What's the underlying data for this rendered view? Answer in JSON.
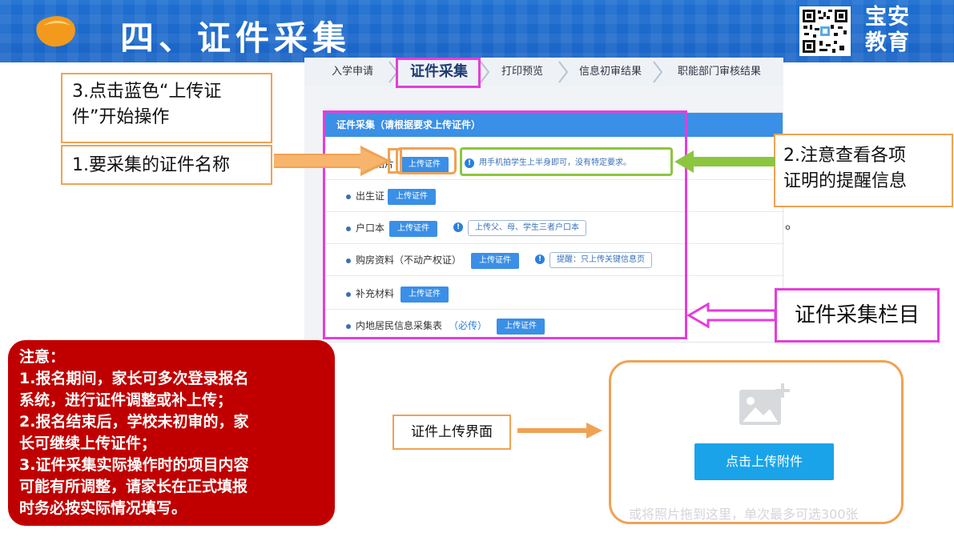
{
  "header": {
    "title": "四、证件采集",
    "brand_line1": "宝安",
    "brand_line2": "教育",
    "bg_color": "#1b64c6"
  },
  "tabs": [
    {
      "label": "入学申请"
    },
    {
      "label": "证件采集",
      "active": true
    },
    {
      "label": "打印预览"
    },
    {
      "label": "信息初审结果"
    },
    {
      "label": "职能部门审核结果"
    }
  ],
  "panel": {
    "title": "证件采集（请根据要求上传证件）",
    "upload_label": "上传证件",
    "rows": [
      {
        "name": "学生相片",
        "hint": "用手机拍学生上半身即可，没有特定要求。"
      },
      {
        "name": "出生证"
      },
      {
        "name": "户口本",
        "hint": "上传父、母、学生三者户口本"
      },
      {
        "name": "购房资料（不动产权证）",
        "hint": "提醒：只上传关键信息页"
      },
      {
        "name": "补充材料"
      },
      {
        "name": "内地居民信息采集表",
        "required": "（必传）"
      }
    ]
  },
  "annotations": {
    "step3_line1": "3.点击蓝色“上传证",
    "step3_line2": "件”开始操作",
    "step1": "1.要采集的证件名称",
    "step2_line1": "2.注意查看各项",
    "step2_line2": "证明的提醒信息",
    "step2_tail": "。",
    "column_label": "证件采集栏目",
    "upload_ui_label": "证件上传界面"
  },
  "notice": {
    "lines": [
      "注意：",
      "1.报名期间，家长可多次登录报名",
      "系统，进行证件调整或补上传；",
      "2.报名结束后，学校未初审的，家",
      "长可继续上传证件；",
      "3.证件采集实际操作时的项目内容",
      "可能有所调整，请家长在正式填报",
      "时务必按实际情况填写。"
    ]
  },
  "upload_dialog": {
    "button": "点击上传附件",
    "tip": "或将照片拖到这里，单次最多可选300张",
    "icon": "add-image-icon"
  },
  "colors": {
    "accent_orange": "#f0a254",
    "magenta": "#e53ddb",
    "green": "#8cc63f",
    "notice_red": "#c00000",
    "button_blue": "#3a8fe6"
  }
}
